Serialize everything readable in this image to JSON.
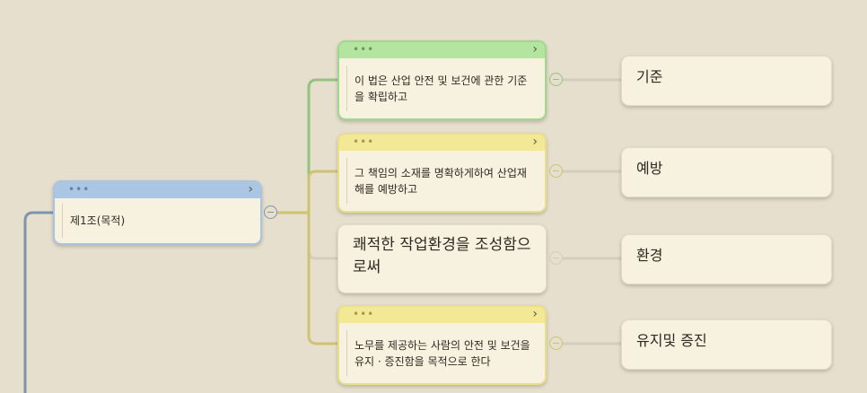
{
  "root": {
    "label": "제1조(목적)",
    "header_dots": "•••",
    "expand_glyph": "›"
  },
  "clauses": [
    {
      "text": "이 법은 산업 안전 및 보건에 관한 기준을 확립하고",
      "header_dots": "•••",
      "expand_glyph": "›",
      "color": "#9fd88c"
    },
    {
      "text": "그 책임의 소재를 명확하게하여  산업재해를 예방하고",
      "header_dots": "•••",
      "expand_glyph": "›",
      "color": "#e9df86"
    },
    {
      "text": "쾌적한 작업환경을 조성함으로써",
      "color": "#f7f1e0"
    },
    {
      "text": "노무를 제공하는 사람의 안전 및 보건을 유지 · 증진함을 목적으로 한다",
      "header_dots": "•••",
      "expand_glyph": "›",
      "color": "#e9df86"
    }
  ],
  "keywords": [
    {
      "label": "기준"
    },
    {
      "label": "예방"
    },
    {
      "label": "환경"
    },
    {
      "label": "유지및 증진"
    }
  ],
  "colors": {
    "background": "#e6dfcd",
    "root_branch": "#7f95ad",
    "green_branch": "#93c47d",
    "yellow_branch": "#cfc270",
    "leaf_link": "#d3ccbf"
  }
}
